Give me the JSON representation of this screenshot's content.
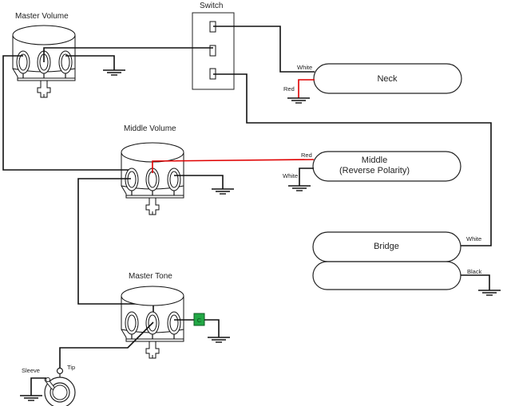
{
  "diagram": {
    "title": "Guitar wiring diagram",
    "components": {
      "master_volume": {
        "label": "Master Volume"
      },
      "middle_volume": {
        "label": "Middle Volume"
      },
      "master_tone": {
        "label": "Master Tone"
      },
      "switch": {
        "label": "Switch"
      },
      "capacitor": {
        "label": "C",
        "color": "#22a845"
      },
      "jack": {
        "sleeve_label": "Sleeve",
        "tip_label": "Tip"
      }
    },
    "pickups": {
      "neck": {
        "label": "Neck",
        "hot_wire": "White",
        "ground_wire": "Red"
      },
      "middle": {
        "label": "Middle",
        "sublabel": "(Reverse Polarity)",
        "hot_wire": "Red",
        "ground_wire": "White"
      },
      "bridge": {
        "label": "Bridge",
        "hot_wire": "White",
        "ground_wire": "Black"
      }
    },
    "wire_colors": {
      "default": "#111111",
      "red": "#e00000"
    }
  }
}
